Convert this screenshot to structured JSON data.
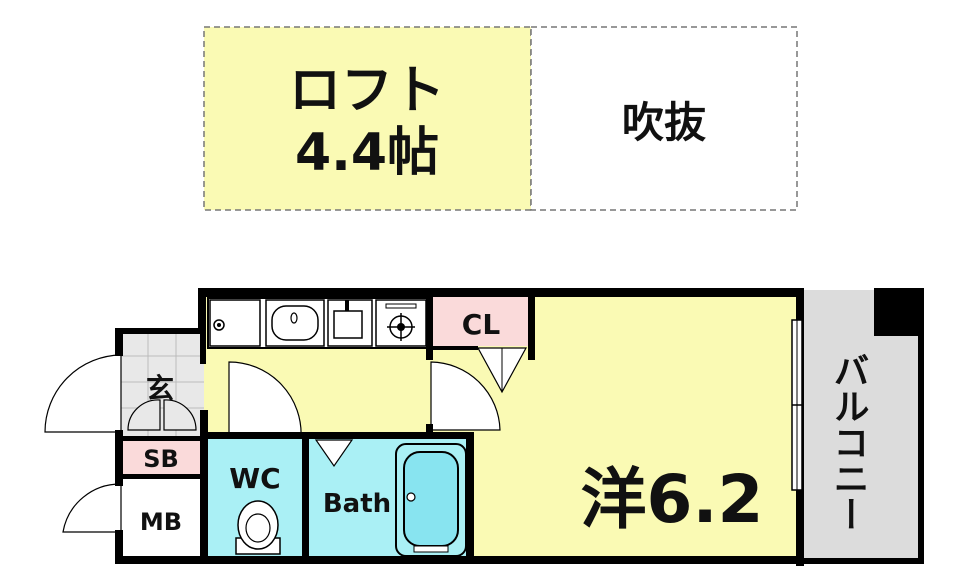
{
  "loft": {
    "label_line1": "ロフト",
    "label_line2": "4.4帖",
    "void_label": "吹抜"
  },
  "rooms": {
    "western": "洋6.2",
    "closet": "CL",
    "entrance": "玄",
    "shoe_box": "SB",
    "meter_box": "MB",
    "toilet": "WC",
    "bath": "Bath",
    "balcony": "バルコニー"
  },
  "colors": {
    "room_yellow": "#fafab4",
    "wet_cyan": "#aaf0f5",
    "storage_pink": "#fadada",
    "balcony_gray": "#dcdcdc",
    "wall": "#000000"
  }
}
